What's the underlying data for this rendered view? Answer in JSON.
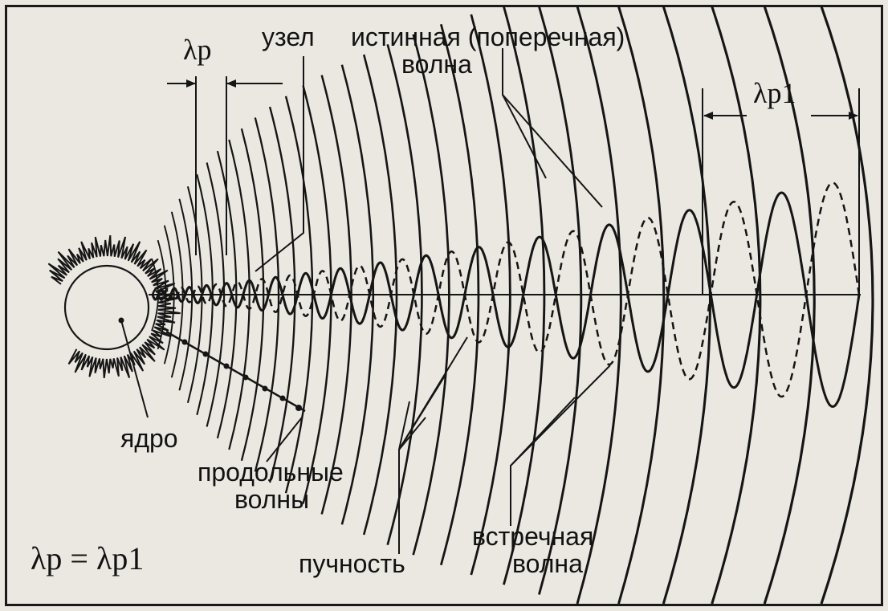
{
  "labels": {
    "lambda_p": "λp",
    "node": "узел",
    "true_wave_line1": "истинная (поперечная)",
    "true_wave_line2": "волна",
    "lambda_p1": "λp1",
    "nucleus": "ядро",
    "longitudinal_line1": "продольные",
    "longitudinal_line2": "волны",
    "antinode": "пучность",
    "counter_wave_line1": "встречная",
    "counter_wave_line2": "волна",
    "formula": "λp = λp1"
  },
  "colors": {
    "ink": "#151515",
    "paper": "#ebe8e2"
  }
}
